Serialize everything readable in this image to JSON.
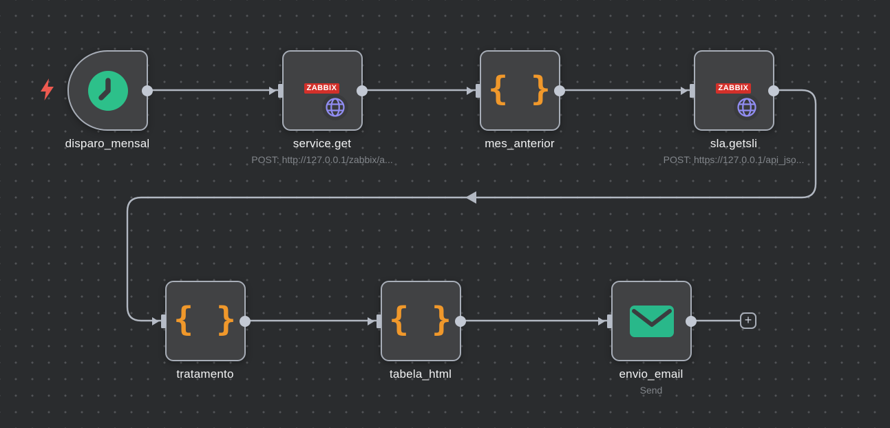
{
  "app": {
    "surface": "workflow-canvas"
  },
  "colors": {
    "background": "#2a2c2e",
    "node_fill": "#414244",
    "node_border": "#a8aeb8",
    "connection": "#b2b8c2",
    "code_orange": "#f0982b",
    "trigger_green": "#2dc08a",
    "email_green": "#29b88a",
    "zabbix_red": "#d3302a",
    "globe_purple": "#918df2",
    "bolt_coral": "#ee5a50",
    "label_text": "#f1f2f3",
    "subtitle_text": "#82868b"
  },
  "nodes": [
    {
      "label": "disparo_mensal",
      "icon": "clock-icon",
      "subtitle": ""
    },
    {
      "label": "service.get",
      "icon": "globe-icon",
      "badge": "ZABBIX",
      "subtitle": "POST: http://127.0.0.1/zabbix/a..."
    },
    {
      "label": "mes_anterior",
      "icon": "code-braces-icon",
      "icon_glyph": "{ }",
      "subtitle": ""
    },
    {
      "label": "sla.getsli",
      "icon": "globe-icon",
      "badge": "ZABBIX",
      "subtitle": "POST: https://127.0.0.1/api_jso..."
    },
    {
      "label": "tratamento",
      "icon": "code-braces-icon",
      "icon_glyph": "{ }",
      "subtitle": ""
    },
    {
      "label": "tabela_html",
      "icon": "code-braces-icon",
      "icon_glyph": "{ }",
      "subtitle": ""
    },
    {
      "label": "envio_email",
      "icon": "envelope-icon",
      "subtitle": "Send"
    }
  ],
  "controls": {
    "add_node_label": "+"
  }
}
